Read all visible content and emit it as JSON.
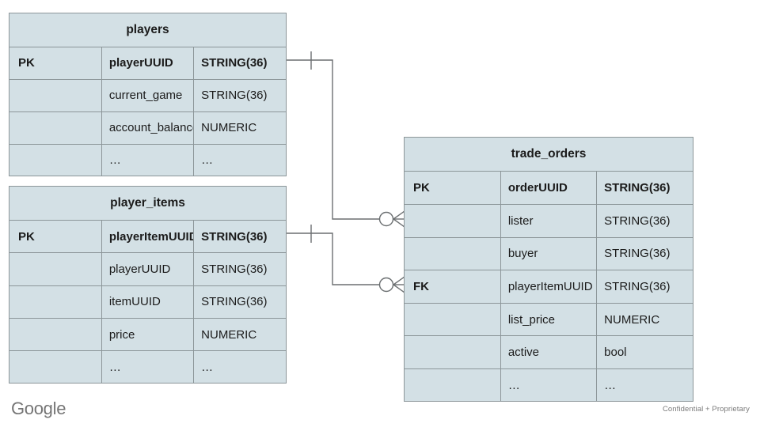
{
  "diagram": {
    "type": "entity-relationship-diagram",
    "notation": "crow's foot",
    "colors": {
      "entity_fill": "#d3e0e5",
      "entity_border": "#8c9699",
      "connector": "#6b6f71",
      "background": "#ffffff",
      "logo_text": "#757575",
      "footer_text": "#7a7a7a"
    }
  },
  "entities": [
    {
      "id": "players",
      "title": "players",
      "columns": [
        {
          "key": "PK",
          "name": "playerUUID",
          "type": "STRING(36)",
          "bold": true
        },
        {
          "key": "",
          "name": "current_game",
          "type": "STRING(36)",
          "bold": false
        },
        {
          "key": "",
          "name": "account_balance",
          "type": "NUMERIC",
          "bold": false
        },
        {
          "key": "",
          "name": "…",
          "type": "…",
          "bold": false
        }
      ]
    },
    {
      "id": "player_items",
      "title": "player_items",
      "columns": [
        {
          "key": "PK",
          "name": "playerItemUUID",
          "type": "STRING(36)",
          "bold": true
        },
        {
          "key": "",
          "name": "playerUUID",
          "type": "STRING(36)",
          "bold": false
        },
        {
          "key": "",
          "name": "itemUUID",
          "type": "STRING(36)",
          "bold": false
        },
        {
          "key": "",
          "name": "price",
          "type": "NUMERIC",
          "bold": false
        },
        {
          "key": "",
          "name": "…",
          "type": "…",
          "bold": false
        }
      ]
    },
    {
      "id": "trade_orders",
      "title": "trade_orders",
      "columns": [
        {
          "key": "PK",
          "name": "orderUUID",
          "type": "STRING(36)",
          "bold": true
        },
        {
          "key": "",
          "name": "lister",
          "type": "STRING(36)",
          "bold": false
        },
        {
          "key": "",
          "name": "buyer",
          "type": "STRING(36)",
          "bold": false
        },
        {
          "key": "FK",
          "name": "playerItemUUID",
          "type": "STRING(36)",
          "bold": false
        },
        {
          "key": "",
          "name": "list_price",
          "type": "NUMERIC",
          "bold": false
        },
        {
          "key": "",
          "name": "active",
          "type": "bool",
          "bold": false
        },
        {
          "key": "",
          "name": "…",
          "type": "…",
          "bold": false
        }
      ]
    }
  ],
  "relationships": [
    {
      "id": "players-to-trade-orders",
      "from_entity": "players",
      "from_field": "playerUUID",
      "to_entity": "trade_orders",
      "to_field": "lister",
      "from_cardinality": "one",
      "to_cardinality": "zero-or-many"
    },
    {
      "id": "player-items-to-trade-orders",
      "from_entity": "player_items",
      "from_field": "playerItemUUID",
      "to_entity": "trade_orders",
      "to_field": "playerItemUUID",
      "from_cardinality": "one",
      "to_cardinality": "zero-or-many"
    }
  ],
  "footer": {
    "logo": "Google",
    "note": "Confidential + Proprietary"
  }
}
